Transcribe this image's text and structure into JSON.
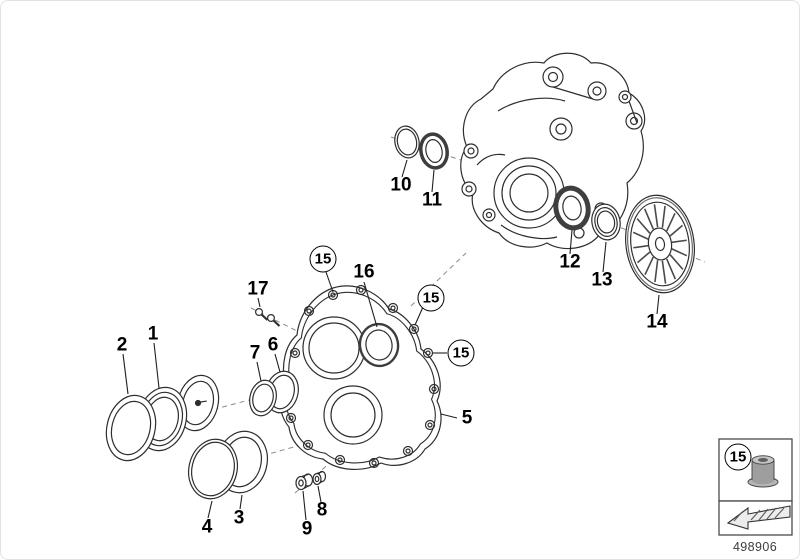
{
  "diagram": {
    "number": "498906",
    "callouts": {
      "c1": "1",
      "c2": "2",
      "c3": "3",
      "c4": "4",
      "c5": "5",
      "c6": "6",
      "c7": "7",
      "c8": "8",
      "c9": "9",
      "c10": "10",
      "c11": "11",
      "c12": "12",
      "c13": "13",
      "c14": "14",
      "c15a": "15",
      "c15b": "15",
      "c15c": "15",
      "c16": "16",
      "c17": "17"
    },
    "legend": {
      "item": "15"
    }
  }
}
